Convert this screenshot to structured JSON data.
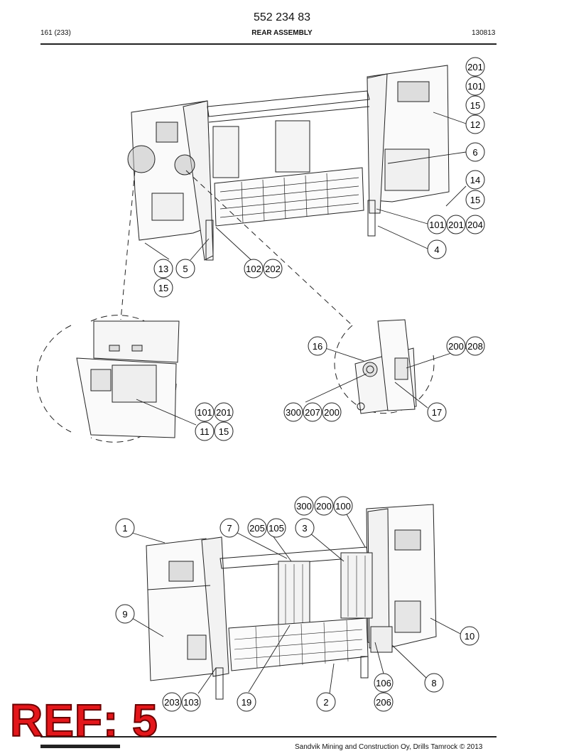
{
  "header": {
    "doc_number": "552 234 83",
    "page": "161 (233)",
    "title": "REAR ASSEMBLY",
    "date_code": "130813"
  },
  "callouts": {
    "c201a": "201",
    "c101a": "101",
    "c15a": "15",
    "c12": "12",
    "c6": "6",
    "c14": "14",
    "c15b": "15",
    "c101b": "101",
    "c201b": "201",
    "c204": "204",
    "c4": "4",
    "c13": "13",
    "c5": "5",
    "c15c": "15",
    "c102": "102",
    "c202": "202",
    "c16": "16",
    "c200a": "200",
    "c208": "208",
    "c300a": "300",
    "c207": "207",
    "c200b": "200",
    "c17": "17",
    "c101c": "101",
    "c201c": "201",
    "c11": "11",
    "c15d": "15",
    "c300b": "300",
    "c200c": "200",
    "c100": "100",
    "c1": "1",
    "c7": "7",
    "c205": "205",
    "c105": "105",
    "c3": "3",
    "c9": "9",
    "c10": "10",
    "c106": "106",
    "c8": "8",
    "c203": "203",
    "c103": "103",
    "c19": "19",
    "c2": "2",
    "c206": "206"
  },
  "ref_label": "REF: 5",
  "footer": "Sandvik Mining and Construction Oy, Drills Tamrock © 2013"
}
